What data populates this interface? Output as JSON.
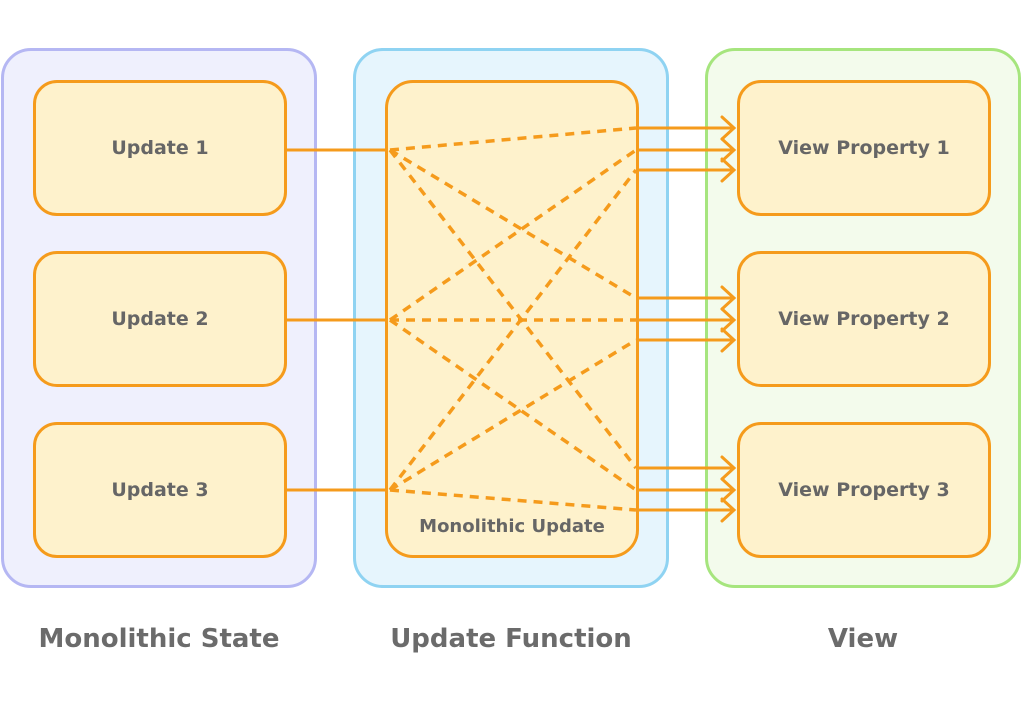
{
  "colors": {
    "state_panel_bg": "#eff0fd",
    "state_panel_border": "#b5b7f3",
    "update_panel_bg": "#e6f5fd",
    "update_panel_border": "#8fd3f2",
    "view_panel_bg": "#f3fbec",
    "view_panel_border": "#a6e57e",
    "node_fill": "#fef2cc",
    "node_border": "#f59b1c",
    "text": "#666666"
  },
  "state": {
    "caption": "Monolithic State",
    "updates": [
      {
        "label": "Update 1"
      },
      {
        "label": "Update 2"
      },
      {
        "label": "Update 3"
      }
    ]
  },
  "update_function": {
    "caption": "Update Function",
    "node_label": "Monolithic Update"
  },
  "view": {
    "caption": "View",
    "properties": [
      {
        "label": "View Property 1"
      },
      {
        "label": "View Property 2"
      },
      {
        "label": "View Property 3"
      }
    ]
  },
  "connections": {
    "note": "Each update connects to every view property through the monolithic update",
    "edges": [
      {
        "from": "Update 1",
        "to": "View Property 1"
      },
      {
        "from": "Update 1",
        "to": "View Property 2"
      },
      {
        "from": "Update 1",
        "to": "View Property 3"
      },
      {
        "from": "Update 2",
        "to": "View Property 1"
      },
      {
        "from": "Update 2",
        "to": "View Property 2"
      },
      {
        "from": "Update 2",
        "to": "View Property 3"
      },
      {
        "from": "Update 3",
        "to": "View Property 1"
      },
      {
        "from": "Update 3",
        "to": "View Property 2"
      },
      {
        "from": "Update 3",
        "to": "View Property 3"
      }
    ]
  }
}
